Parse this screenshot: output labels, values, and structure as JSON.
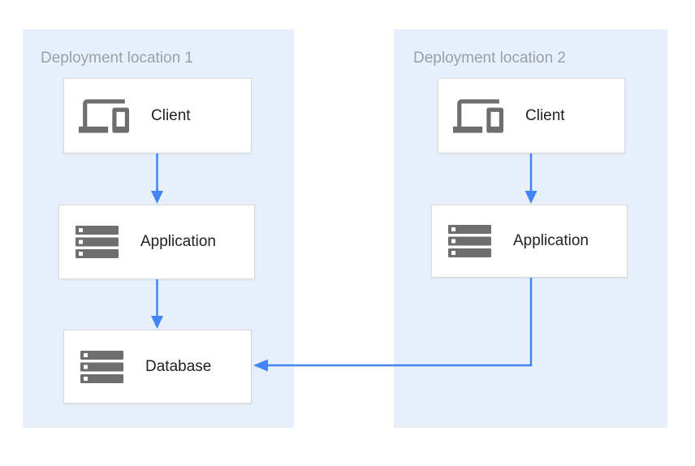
{
  "colors": {
    "canvas-bg": "#ffffff",
    "panel-bg": "#e6effa",
    "box-bg": "#ffffff",
    "box-border": "#d8dadc",
    "arrow": "#4285f4",
    "icon": "#6e6e6e",
    "group-title": "#9aa0a6",
    "node-label": "#212121"
  },
  "diagram": {
    "groups": [
      {
        "label": "Deployment location 1",
        "nodes": [
          {
            "id": "client-1",
            "label": "Client",
            "icon": "devices-icon"
          },
          {
            "id": "application-1",
            "label": "Application",
            "icon": "server-stack-icon"
          },
          {
            "id": "database-1",
            "label": "Database",
            "icon": "server-stack-icon"
          }
        ]
      },
      {
        "label": "Deployment location 2",
        "nodes": [
          {
            "id": "client-2",
            "label": "Client",
            "icon": "devices-icon"
          },
          {
            "id": "application-2",
            "label": "Application",
            "icon": "server-stack-icon"
          }
        ]
      }
    ],
    "edges": [
      {
        "from": "client-1",
        "to": "application-1",
        "style": "straight-down"
      },
      {
        "from": "application-1",
        "to": "database-1",
        "style": "straight-down"
      },
      {
        "from": "client-2",
        "to": "application-2",
        "style": "straight-down"
      },
      {
        "from": "application-2",
        "to": "database-1",
        "style": "elbow-down-left"
      }
    ]
  }
}
